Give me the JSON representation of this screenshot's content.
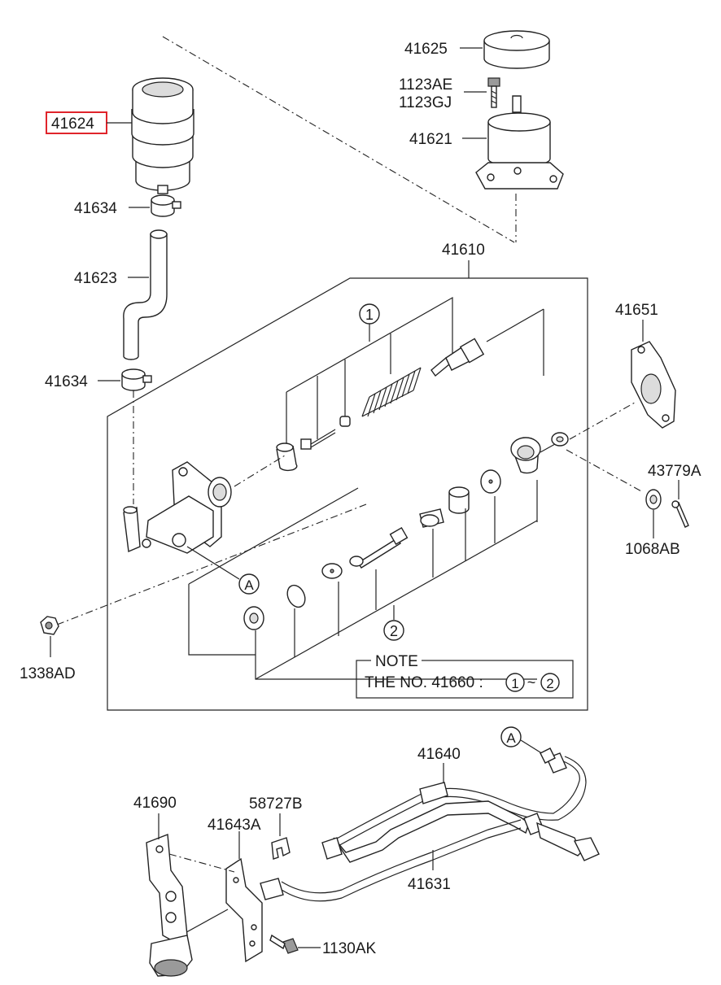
{
  "highlight_color": "#e0242b",
  "labels": {
    "p41625": "41625",
    "p1123AE": "1123AE",
    "p1123GJ": "1123GJ",
    "p41621": "41621",
    "p41624": "41624",
    "p41634_top": "41634",
    "p41623": "41623",
    "p41634_mid": "41634",
    "p41610": "41610",
    "p41651": "41651",
    "p43779A": "43779A",
    "p1068AB": "1068AB",
    "p1338AD": "1338AD",
    "p41640": "41640",
    "p41690": "41690",
    "p58727B": "58727B",
    "p41643A": "41643A",
    "p41631": "41631",
    "p1130AK": "1130AK"
  },
  "callouts": {
    "circle_1": "1",
    "circle_2": "2",
    "ref_a_box": "A",
    "ref_a_pipe": "A"
  },
  "note": {
    "title": "NOTE",
    "text": "THE NO. 41660 :",
    "range_from": "1",
    "range_sep": "~",
    "range_to": "2"
  }
}
